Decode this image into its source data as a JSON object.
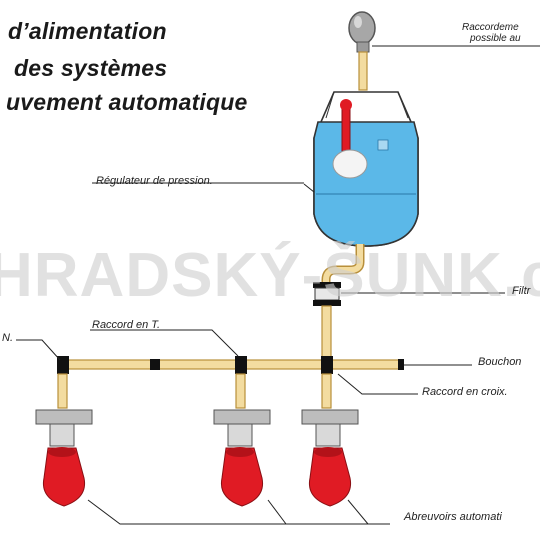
{
  "title_lines": [
    "d’alimentation",
    "des systèmes",
    "uvement automatique"
  ],
  "watermark": "HRADSKÝ-ŠUNK.cz",
  "labels": {
    "connection": "Raccordeme",
    "connection_sub": "possible au",
    "regulator": "Régulateur de pression.",
    "filter": "Filtr",
    "left_partial": "N.",
    "tee": "Raccord en T.",
    "cap": "Bouchon",
    "cross": "Raccord en croix.",
    "drinkers": "Abreuvoirs automati"
  },
  "colors": {
    "water": "#5bb8e8",
    "pipe": "#f3dca0",
    "pipe_edge": "#b88f3a",
    "drinker": "#e01b24",
    "fitting": "#111111",
    "watermark": "#cfcfcf"
  }
}
